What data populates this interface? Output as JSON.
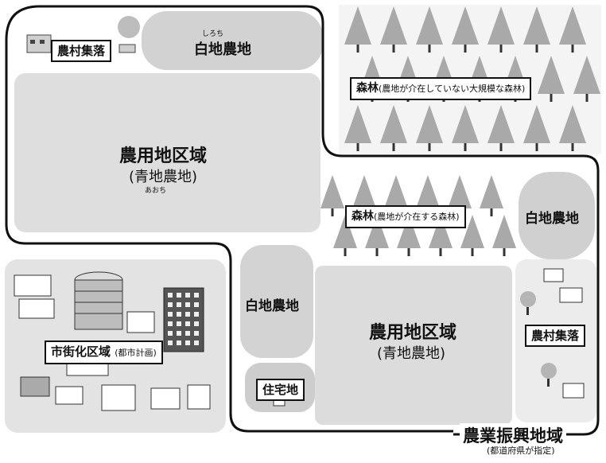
{
  "labels": {
    "village_top": "農村集落",
    "white_land_top": "白地農地",
    "white_land_top_ruby": "しろち",
    "agri_zone_1": "農用地区域",
    "agri_zone_1_sub": "(青地農地)",
    "agri_zone_1_ruby": "あおち",
    "forest_no_farm": "森林",
    "forest_no_farm_note": "(農地が介在していない大規模な森林)",
    "forest_with_farm": "森林",
    "forest_with_farm_note": "(農地が介在する森林)",
    "white_land_right": "白地農地",
    "white_land_left": "白地農地",
    "agri_zone_2": "農用地区域",
    "agri_zone_2_sub": "(青地農地)",
    "village_right": "農村集落",
    "residential": "住宅地",
    "urban_area": "市街化区域",
    "urban_area_note": "(都市計画)",
    "promotion_area": "農業振興地域",
    "promotion_area_note": "(都道府県が指定)"
  },
  "colors": {
    "outline": "#111111",
    "field_gray": "#d8d8d8",
    "light_gray": "#ebebeb",
    "tree_gray": "#a9a9a9",
    "trunk": "#333333"
  }
}
